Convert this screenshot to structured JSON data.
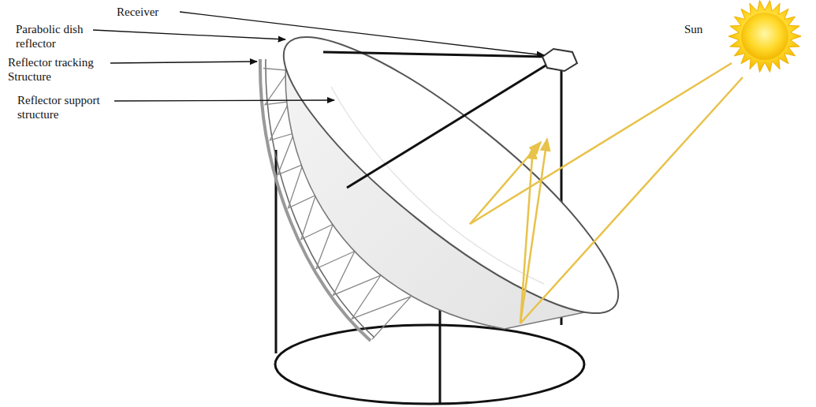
{
  "diagram": {
    "labels": [
      "Receiver",
      "Parabolic dish reflector",
      "Reflector tracking Structure",
      "Reflector support structure",
      "Sun"
    ]
  }
}
